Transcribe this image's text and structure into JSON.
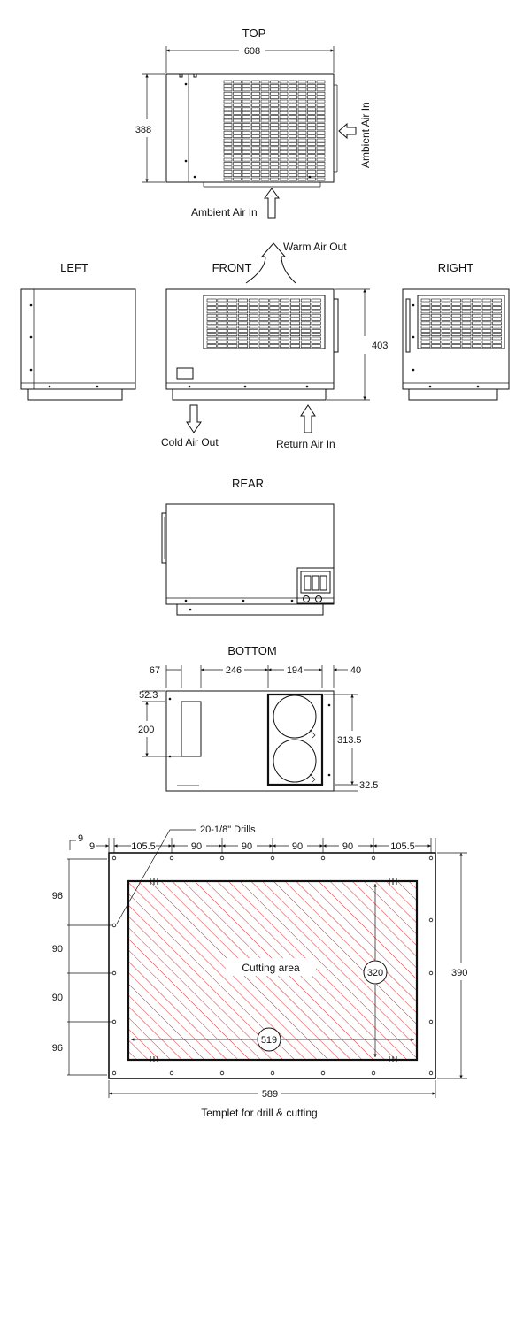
{
  "views": {
    "top": "TOP",
    "left": "LEFT",
    "front": "FRONT",
    "right": "RIGHT",
    "rear": "REAR",
    "bottom": "BOTTOM"
  },
  "airflow": {
    "ambient_in_side": "Ambient Air In",
    "ambient_in_bottom": "Ambient Air In",
    "warm_out": "Warm Air Out",
    "cold_out": "Cold Air Out",
    "return_in": "Return Air In"
  },
  "dims": {
    "top_width": "608",
    "top_depth": "388",
    "front_height": "403",
    "bottom_67": "67",
    "bottom_246": "246",
    "bottom_194": "194",
    "bottom_40": "40",
    "bottom_52_3": "52.3",
    "bottom_200": "200",
    "bottom_313_5": "313.5",
    "bottom_32_5": "32.5"
  },
  "template": {
    "drills": "20-1/8\" Drills",
    "cutting_area": "Cutting area",
    "caption": "Templet for drill & cutting",
    "top_row": [
      "9",
      "105.5",
      "90",
      "90",
      "90",
      "90",
      "105.5"
    ],
    "corner": "9",
    "left_col": [
      "96",
      "90",
      "90",
      "96"
    ],
    "overall_width": "589",
    "overall_height": "390",
    "cut_width": "519",
    "cut_height": "320"
  },
  "colors": {
    "line": "#111111",
    "hatch": "#e03030"
  }
}
